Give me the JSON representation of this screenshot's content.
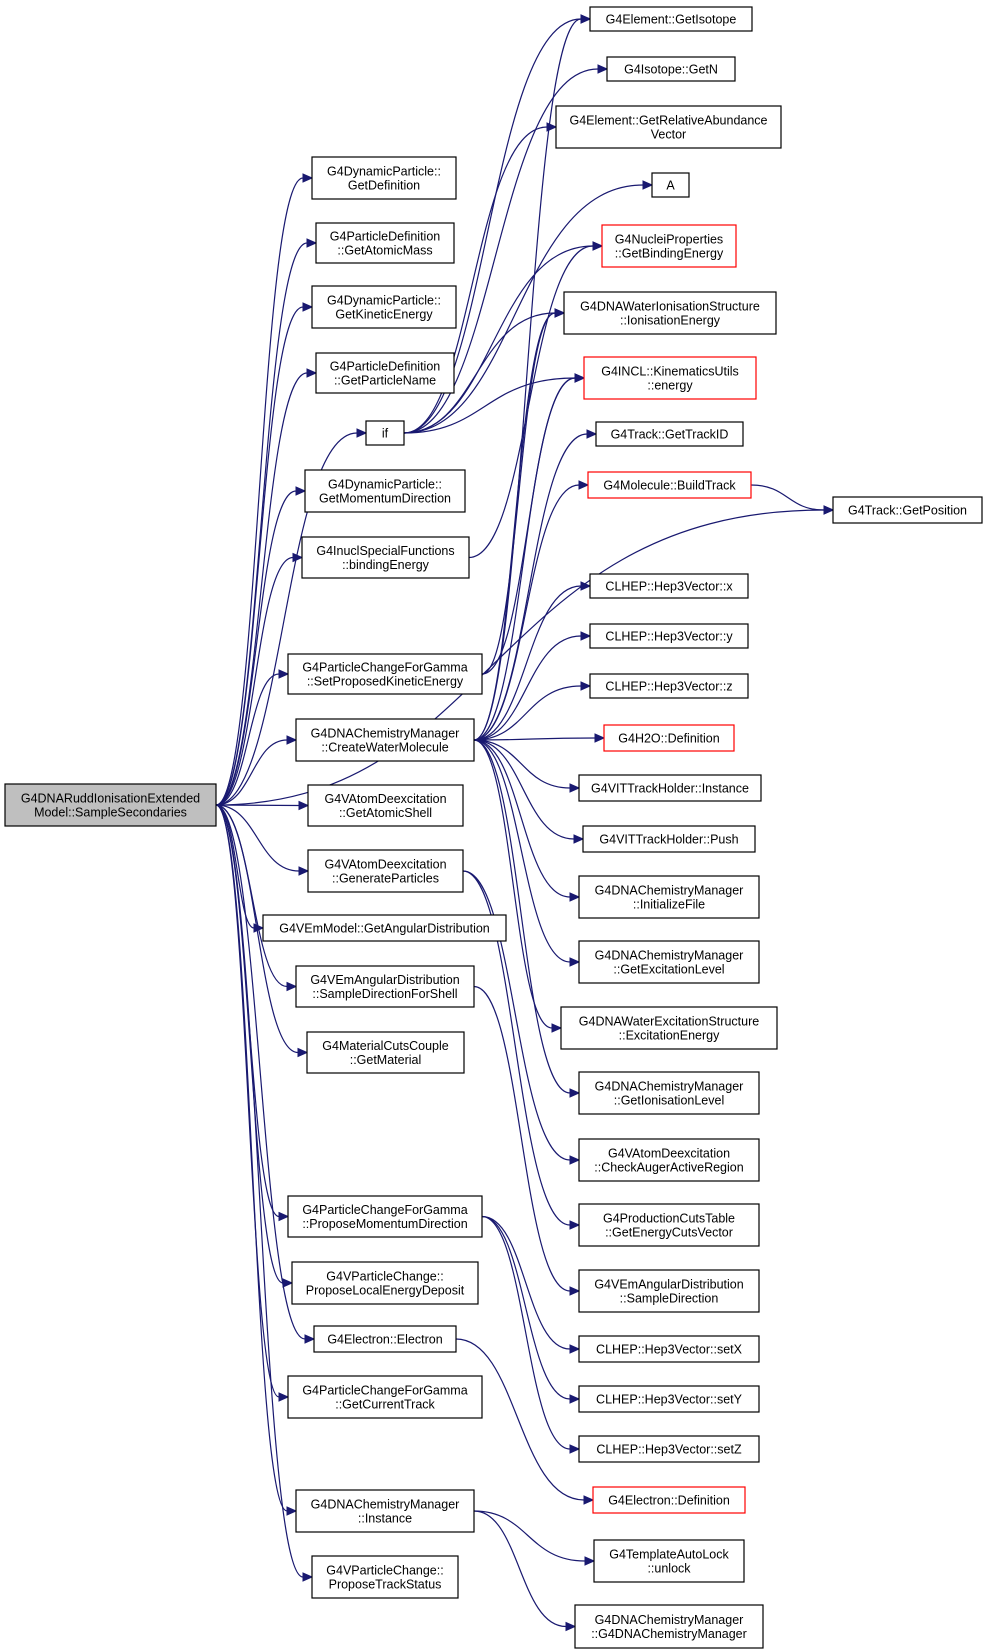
{
  "colors": {
    "edge": "#191970",
    "border": "#000000",
    "highlight_border": "#ff0000",
    "root_fill": "#bfbfbf"
  },
  "nodes": {
    "root": {
      "lines": [
        "G4DNARuddIonisationExtended",
        "Model::SampleSecondaries"
      ]
    },
    "dp_getdef": {
      "lines": [
        "G4DynamicParticle::",
        "GetDefinition"
      ]
    },
    "pd_atomicmass": {
      "lines": [
        "G4ParticleDefinition",
        "::GetAtomicMass"
      ]
    },
    "dp_kinetic": {
      "lines": [
        "G4DynamicParticle::",
        "GetKineticEnergy"
      ]
    },
    "pd_name": {
      "lines": [
        "G4ParticleDefinition",
        "::GetParticleName"
      ]
    },
    "if": {
      "lines": [
        "if"
      ]
    },
    "dp_momdir": {
      "lines": [
        "G4DynamicParticle::",
        "GetMomentumDirection"
      ]
    },
    "incl_binding": {
      "lines": [
        "G4InuclSpecialFunctions",
        "::bindingEnergy"
      ]
    },
    "pc_setkin": {
      "lines": [
        "G4ParticleChangeForGamma",
        "::SetProposedKineticEnergy"
      ]
    },
    "chem_createwater": {
      "lines": [
        "G4DNAChemistryManager",
        "::CreateWaterMolecule"
      ]
    },
    "atom_shell": {
      "lines": [
        "G4VAtomDeexcitation",
        "::GetAtomicShell"
      ]
    },
    "atom_gen": {
      "lines": [
        "G4VAtomDeexcitation",
        "::GenerateParticles"
      ]
    },
    "em_angdist": {
      "lines": [
        "G4VEmModel::GetAngularDistribution"
      ]
    },
    "ang_shell": {
      "lines": [
        "G4VEmAngularDistribution",
        "::SampleDirectionForShell"
      ]
    },
    "mcc_mat": {
      "lines": [
        "G4MaterialCutsCouple",
        "::GetMaterial"
      ]
    },
    "pc_propmom": {
      "lines": [
        "G4ParticleChangeForGamma",
        "::ProposeMomentumDirection"
      ]
    },
    "vpc_local": {
      "lines": [
        "G4VParticleChange::",
        "ProposeLocalEnergyDeposit"
      ]
    },
    "electron": {
      "lines": [
        "G4Electron::Electron"
      ]
    },
    "pc_curtrack": {
      "lines": [
        "G4ParticleChangeForGamma",
        "::GetCurrentTrack"
      ]
    },
    "chem_instance": {
      "lines": [
        "G4DNAChemistryManager",
        "::Instance"
      ]
    },
    "vpc_status": {
      "lines": [
        "G4VParticleChange::",
        "ProposeTrackStatus"
      ]
    },
    "el_isotope": {
      "lines": [
        "G4Element::GetIsotope"
      ]
    },
    "iso_getn": {
      "lines": [
        "G4Isotope::GetN"
      ]
    },
    "el_relab": {
      "lines": [
        "G4Element::GetRelativeAbundance",
        "Vector"
      ]
    },
    "a": {
      "lines": [
        "A"
      ]
    },
    "nuc_binding": {
      "lines": [
        "G4NucleiProperties",
        "::GetBindingEnergy"
      ]
    },
    "water_ion_en": {
      "lines": [
        "G4DNAWaterIonisationStructure",
        "::IonisationEnergy"
      ]
    },
    "incl_kin": {
      "lines": [
        "G4INCL::KinematicsUtils",
        "::energy"
      ]
    },
    "track_id": {
      "lines": [
        "G4Track::GetTrackID"
      ]
    },
    "mol_build": {
      "lines": [
        "G4Molecule::BuildTrack"
      ]
    },
    "track_pos": {
      "lines": [
        "G4Track::GetPosition"
      ]
    },
    "hep_x": {
      "lines": [
        "CLHEP::Hep3Vector::x"
      ]
    },
    "hep_y": {
      "lines": [
        "CLHEP::Hep3Vector::y"
      ]
    },
    "hep_z": {
      "lines": [
        "CLHEP::Hep3Vector::z"
      ]
    },
    "h2o_def": {
      "lines": [
        "G4H2O::Definition"
      ]
    },
    "vit_inst": {
      "lines": [
        "G4VITTrackHolder::Instance"
      ]
    },
    "vit_push": {
      "lines": [
        "G4VITTrackHolder::Push"
      ]
    },
    "chem_initfile": {
      "lines": [
        "G4DNAChemistryManager",
        "::InitializeFile"
      ]
    },
    "chem_exclevel": {
      "lines": [
        "G4DNAChemistryManager",
        "::GetExcitationLevel"
      ]
    },
    "water_exc_en": {
      "lines": [
        "G4DNAWaterExcitationStructure",
        "::ExcitationEnergy"
      ]
    },
    "chem_ionlevel": {
      "lines": [
        "G4DNAChemistryManager",
        "::GetIonisationLevel"
      ]
    },
    "atom_auger": {
      "lines": [
        "G4VAtomDeexcitation",
        "::CheckAugerActiveRegion"
      ]
    },
    "pct_energy": {
      "lines": [
        "G4ProductionCutsTable",
        "::GetEnergyCutsVector"
      ]
    },
    "ang_sample": {
      "lines": [
        "G4VEmAngularDistribution",
        "::SampleDirection"
      ]
    },
    "hep_setx": {
      "lines": [
        "CLHEP::Hep3Vector::setX"
      ]
    },
    "hep_sety": {
      "lines": [
        "CLHEP::Hep3Vector::setY"
      ]
    },
    "hep_setz": {
      "lines": [
        "CLHEP::Hep3Vector::setZ"
      ]
    },
    "el_def": {
      "lines": [
        "G4Electron::Definition"
      ]
    },
    "tmpl_unlock": {
      "lines": [
        "G4TemplateAutoLock",
        "::unlock"
      ]
    },
    "chem_ctor": {
      "lines": [
        "G4DNAChemistryManager",
        "::G4DNAChemistryManager"
      ]
    }
  }
}
